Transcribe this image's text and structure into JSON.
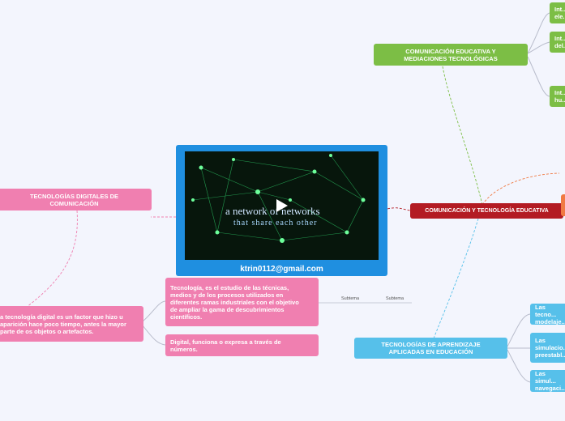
{
  "video": {
    "title_line1": "a network of networks",
    "title_line2": "that share each other",
    "email": "ktrin0112@gmail.com"
  },
  "nodes": {
    "central": "COMUNICACIÓN Y TECNOLOGÍA EDUCATIVA",
    "top": "COMUNICACIÓN EDUCATIVA Y MEDIACIONES TECNOLÓGICAS",
    "top_child_1": "Int... ele...",
    "top_child_2": "Int... del...",
    "top_child_3": "Int... hu...",
    "left": "TECNOLOGÍAS DIGITALES DE COMUNICACIÓN",
    "left_desc": "a tecnología digital es un factor que hizo u aparición hace poco tiempo, antes la mayor parte de os objetos o artefactos.",
    "def_tecnologia": "Tecnología, es el estudio de las técnicas, medios y de los procesos utilizados en diferentes ramas industriales con el objetivo de ampliar la gama de descubrimientos científicos.",
    "def_digital": "Digital, funciona o expresa a través de números.",
    "subtema_1": "Subtema",
    "subtema_2": "Subtema",
    "bottom": "TECNOLOGÍAS DE APRENDIZAJE APLICADAS EN EDUCACIÓN",
    "bottom_child_1": "Las tecno... modelaje...",
    "bottom_child_2": "Las simulacio... preestabl...",
    "bottom_child_3": "Las simul... navegaci..."
  },
  "colors": {
    "green": "#7cbe45",
    "pink": "#f07fb0",
    "blue": "#56c0ea",
    "red": "#b31b23",
    "orange": "#f07a43",
    "video_frame": "#1f8fe0"
  }
}
